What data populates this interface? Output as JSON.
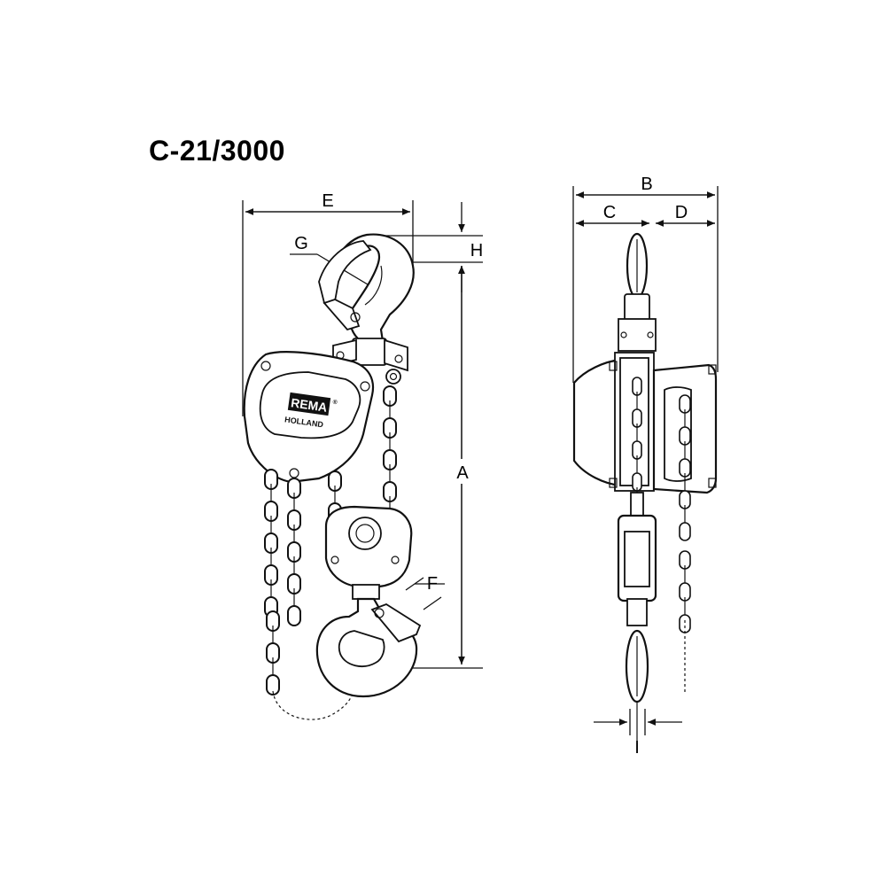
{
  "title": "C-21/3000",
  "logo": {
    "brand": "REMA",
    "registered": "®",
    "sub": "HOLLAND"
  },
  "dimensions": {
    "A": "A",
    "B": "B",
    "C": "C",
    "D": "D",
    "E": "E",
    "F": "F",
    "G": "G",
    "H": "H",
    "I": "I"
  },
  "colors": {
    "line": "#111111",
    "background": "#ffffff",
    "logo_bg": "#111111"
  }
}
